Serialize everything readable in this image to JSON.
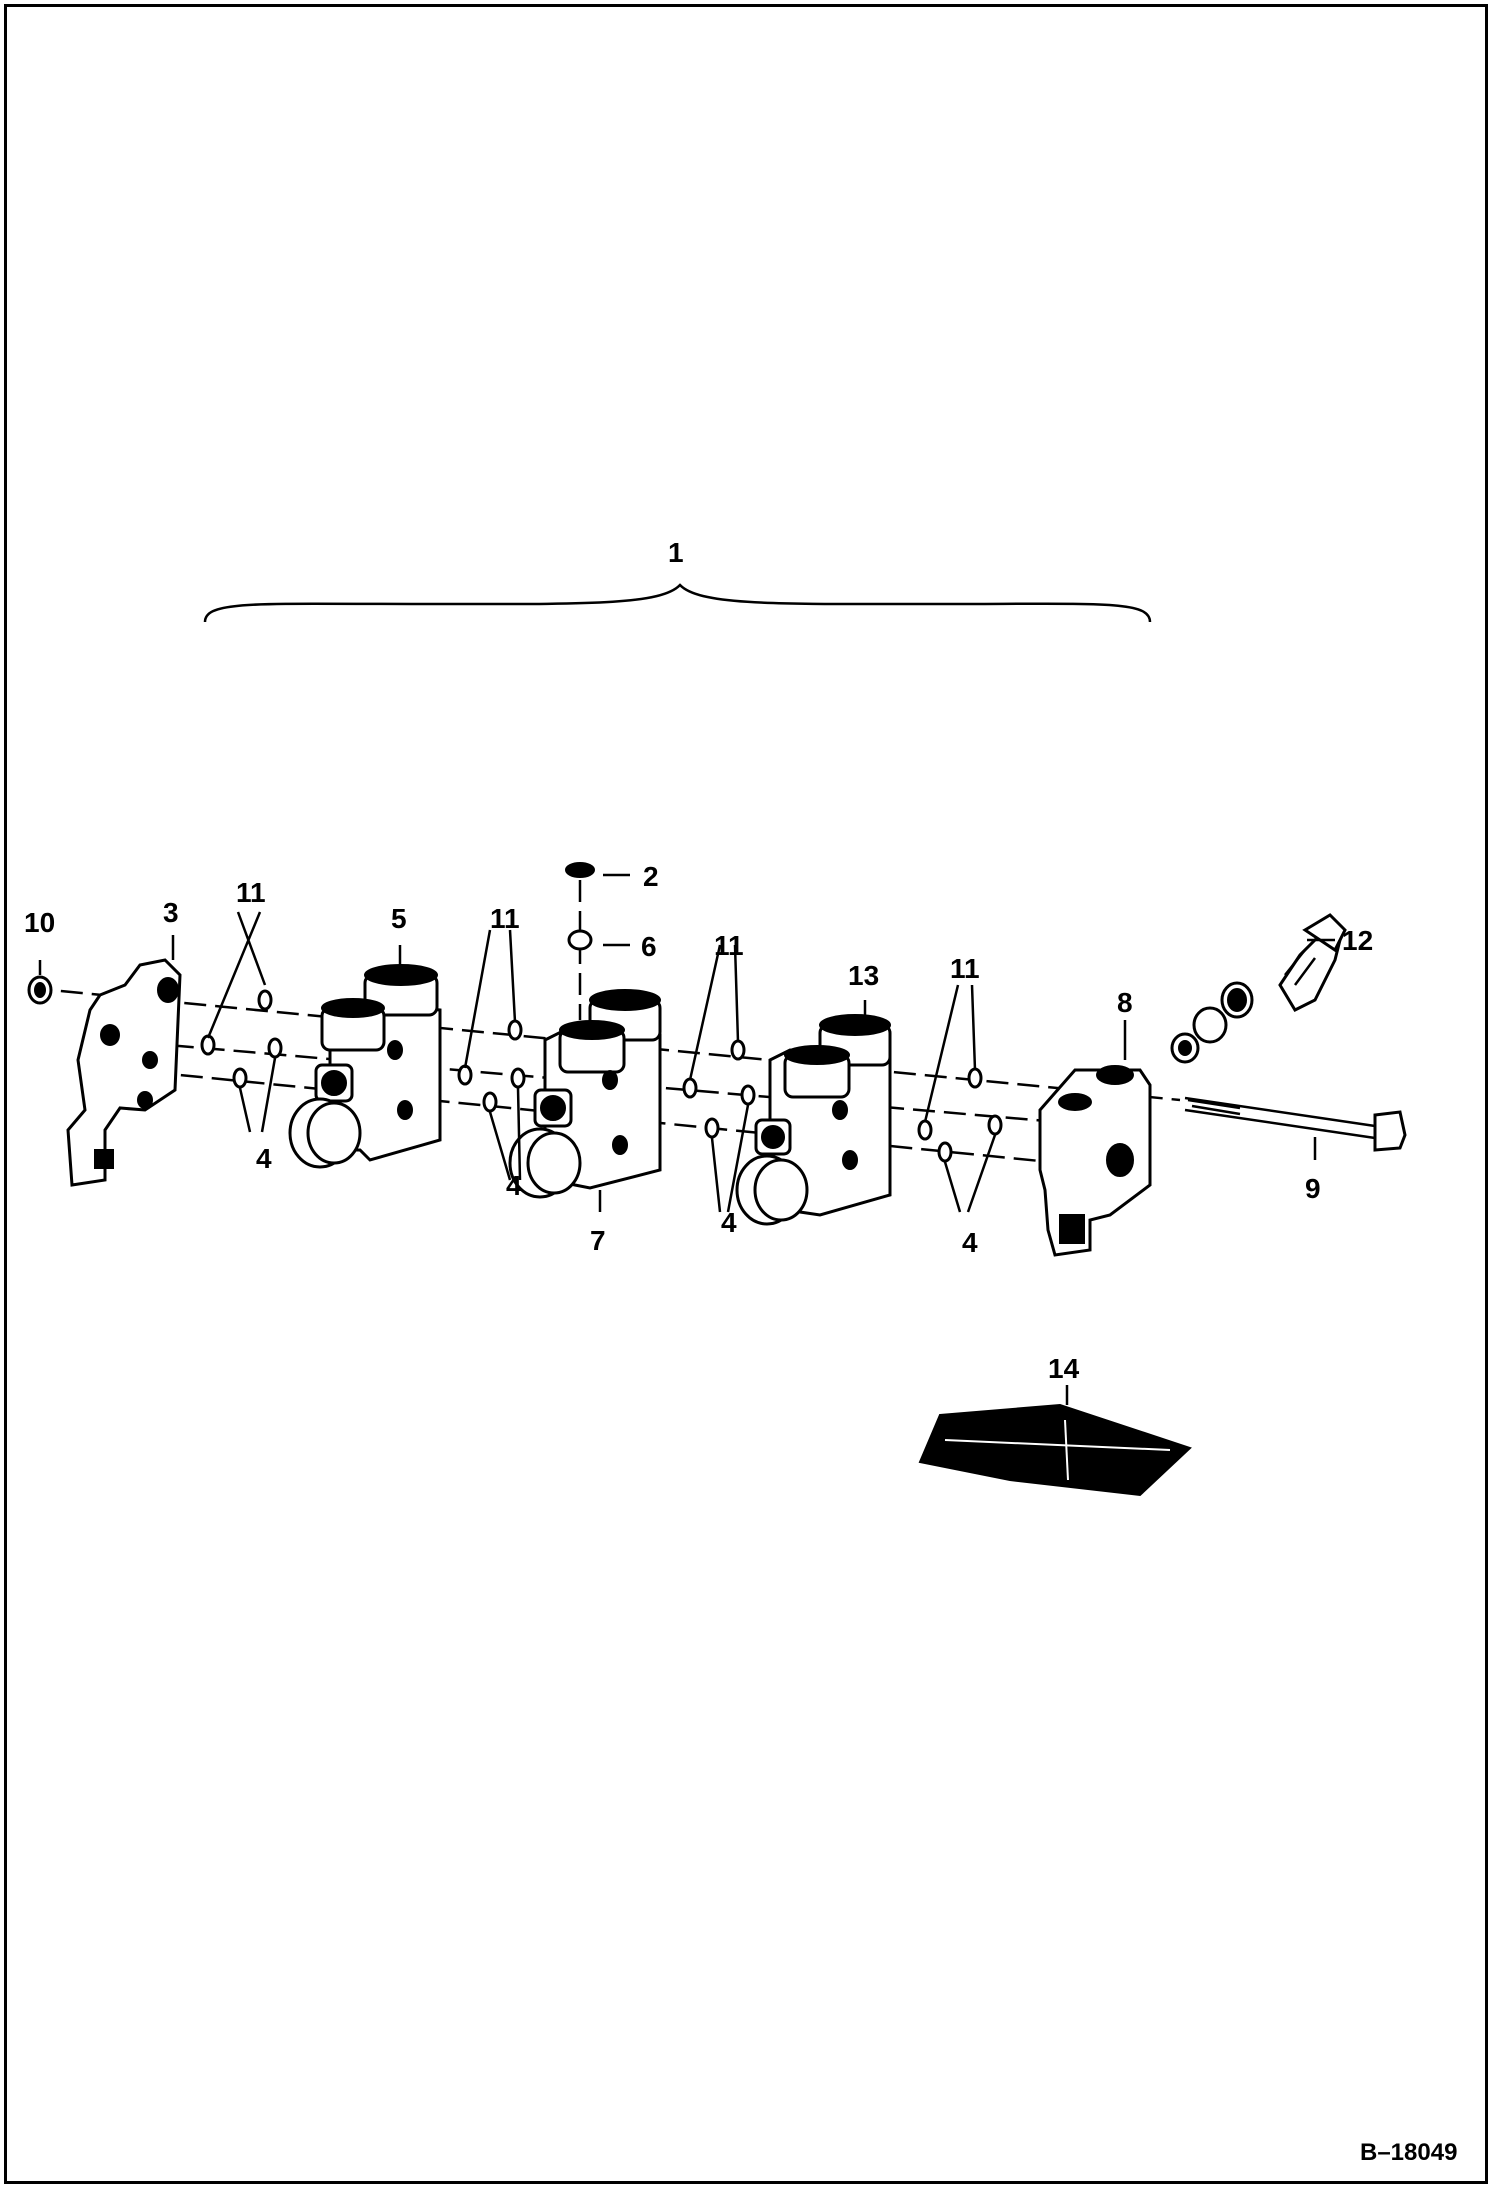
{
  "diagram": {
    "figure_id": "B–18049",
    "callouts": [
      {
        "id": "c1",
        "label": "1"
      },
      {
        "id": "c2",
        "label": "2"
      },
      {
        "id": "c3",
        "label": "3"
      },
      {
        "id": "c4a",
        "label": "4"
      },
      {
        "id": "c4b",
        "label": "4"
      },
      {
        "id": "c4c",
        "label": "4"
      },
      {
        "id": "c4d",
        "label": "4"
      },
      {
        "id": "c5",
        "label": "5"
      },
      {
        "id": "c6",
        "label": "6"
      },
      {
        "id": "c7",
        "label": "7"
      },
      {
        "id": "c8",
        "label": "8"
      },
      {
        "id": "c9",
        "label": "9"
      },
      {
        "id": "c10",
        "label": "10"
      },
      {
        "id": "c11a",
        "label": "11"
      },
      {
        "id": "c11b",
        "label": "11"
      },
      {
        "id": "c11c",
        "label": "11"
      },
      {
        "id": "c11d",
        "label": "11"
      },
      {
        "id": "c12",
        "label": "12"
      },
      {
        "id": "c13",
        "label": "13"
      },
      {
        "id": "c14",
        "label": "14"
      }
    ]
  }
}
